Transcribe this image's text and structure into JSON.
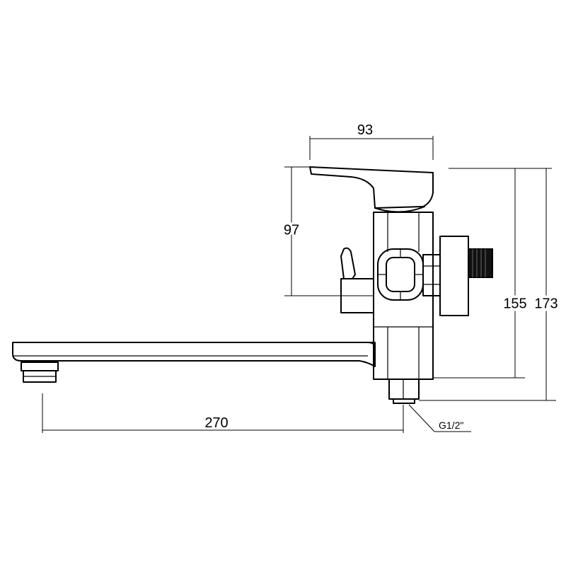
{
  "drawing": {
    "dimensions": {
      "handle_width": "93",
      "handle_height": "97",
      "outlet_height": "155",
      "overall_height": "173",
      "spout_length": "270",
      "thread": "G1/2\""
    }
  }
}
